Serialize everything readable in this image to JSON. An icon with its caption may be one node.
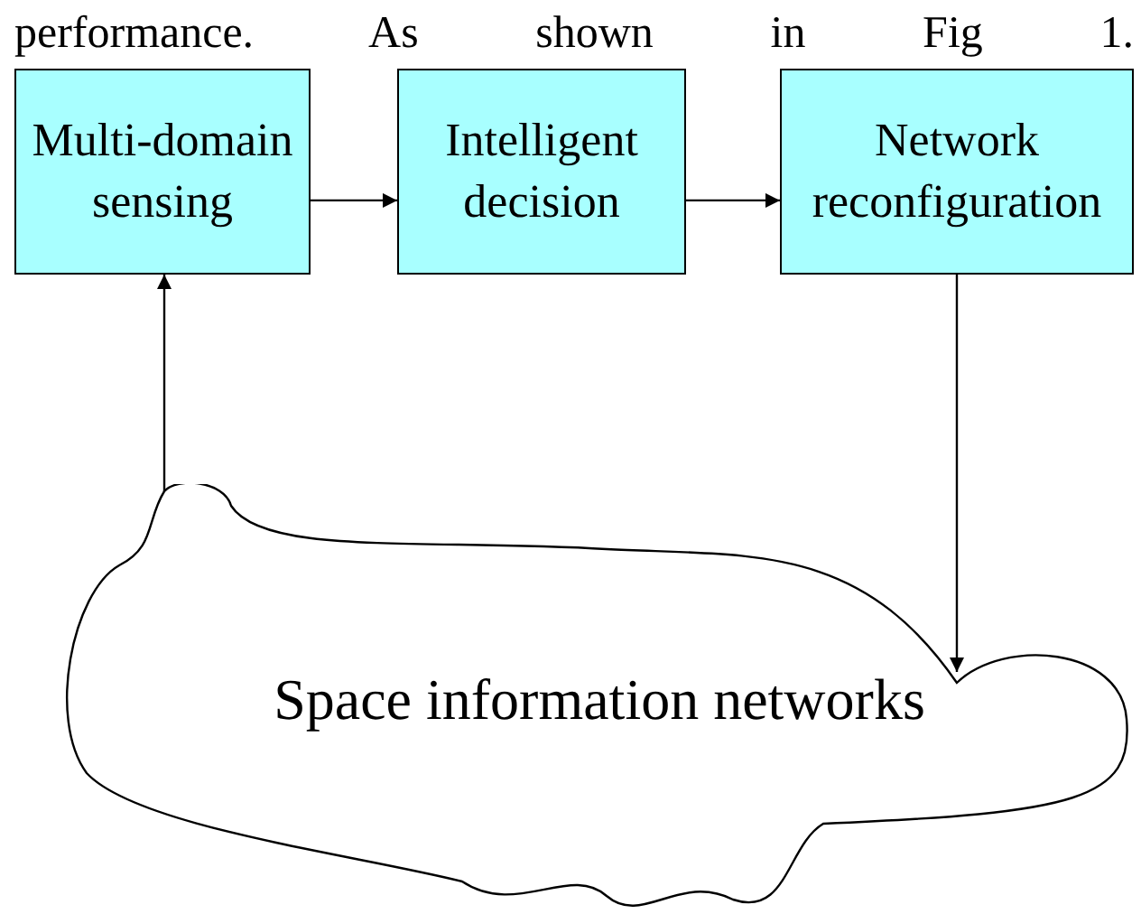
{
  "diagram": {
    "nodes": [
      {
        "text": [
          "Multi-domain sensing"
        ]
      },
      {
        "text": [
          "Intelligent decision"
        ]
      },
      {
        "text": [
          "Network reconfiguration"
        ]
      },
      {
        "text": [
          "Space information networks"
        ]
      }
    ],
    "edges": [
      {
        "from": 0,
        "to": 1,
        "arrow": "to"
      },
      {
        "from": 1,
        "to": 2,
        "arrow": "to"
      },
      {
        "from": 3,
        "to": 0,
        "arrow": "to"
      },
      {
        "from": 2,
        "to": 3,
        "arrow": "to"
      }
    ],
    "labels": [
      "performance. As shown in Fig 1."
    ]
  }
}
